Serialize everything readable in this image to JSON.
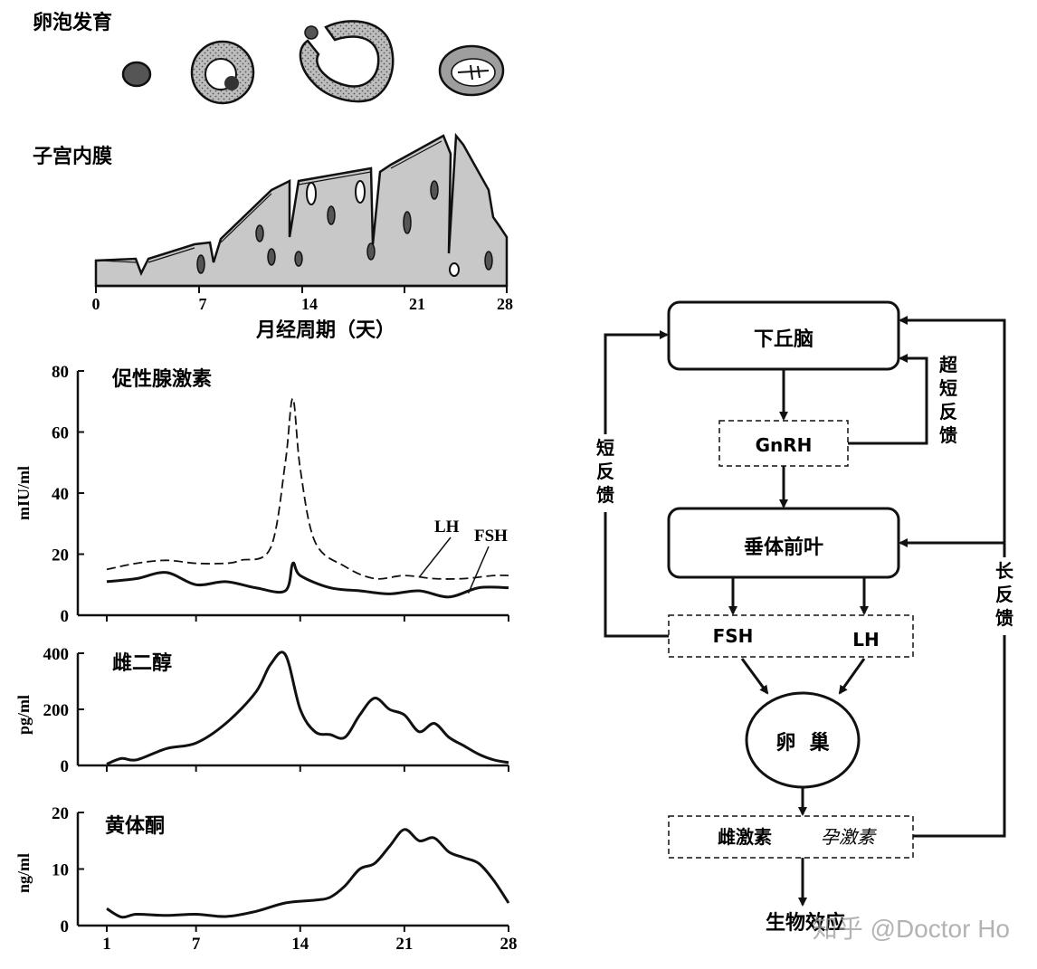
{
  "follicle": {
    "label": "卵泡发育"
  },
  "endometrium": {
    "label": "子宫内膜",
    "ticks": [
      "0",
      "7",
      "14",
      "21",
      "28"
    ],
    "axis_title": "月经周期（天）"
  },
  "chart_data": [
    {
      "type": "line",
      "title": "促性腺激素",
      "ylabel": "mIU/ml",
      "ylim": [
        0,
        80
      ],
      "yticks": [
        "80",
        "60",
        "40",
        "20",
        "0"
      ],
      "xlim": [
        1,
        28
      ],
      "series": [
        {
          "name": "LH",
          "style": "dashed",
          "x": [
            1,
            3,
            5,
            7,
            9,
            10,
            12,
            13,
            13.5,
            14,
            15,
            17,
            19,
            21,
            23,
            25,
            27,
            28
          ],
          "y": [
            15,
            17,
            18,
            17,
            17,
            18,
            22,
            50,
            71,
            48,
            24,
            16,
            12,
            13,
            12,
            12,
            13,
            13
          ]
        },
        {
          "name": "FSH",
          "style": "solid",
          "x": [
            1,
            3,
            5,
            7,
            9,
            11,
            13,
            13.5,
            14,
            16,
            18,
            20,
            22,
            24,
            26,
            28
          ],
          "y": [
            11,
            12,
            14,
            10,
            11,
            9,
            8,
            17,
            13,
            9,
            8,
            7,
            8,
            6,
            9,
            9
          ]
        }
      ]
    },
    {
      "type": "line",
      "title": "雌二醇",
      "ylabel": "pg/ml",
      "ylim": [
        0,
        400
      ],
      "yticks": [
        "400",
        "200",
        "0"
      ],
      "xlim": [
        1,
        28
      ],
      "series": [
        {
          "name": "",
          "style": "solid",
          "x": [
            1,
            2,
            3,
            5,
            7,
            9,
            11,
            12,
            13,
            14,
            15,
            16,
            17,
            18,
            19,
            20,
            21,
            22,
            23,
            24,
            25,
            26,
            27,
            28
          ],
          "y": [
            5,
            25,
            20,
            60,
            80,
            150,
            260,
            360,
            395,
            200,
            120,
            110,
            100,
            180,
            240,
            200,
            180,
            120,
            150,
            100,
            70,
            40,
            20,
            10
          ]
        }
      ]
    },
    {
      "type": "line",
      "title": "黄体酮",
      "ylabel": "ng/ml",
      "ylim": [
        0,
        20
      ],
      "yticks": [
        "20",
        "10",
        "0"
      ],
      "xlim": [
        1,
        28
      ],
      "xticks": [
        "1",
        "7",
        "14",
        "21",
        "28"
      ],
      "series": [
        {
          "name": "",
          "style": "solid",
          "x": [
            1,
            2,
            3,
            5,
            7,
            9,
            11,
            13,
            15,
            16,
            17,
            18,
            19,
            20,
            21,
            22,
            23,
            24,
            25,
            26,
            27,
            28
          ],
          "y": [
            3,
            1.5,
            2,
            1.8,
            2,
            1.6,
            2.5,
            4,
            4.5,
            5,
            7,
            10,
            11,
            14,
            17,
            15,
            15.5,
            13,
            12,
            11,
            8,
            4
          ]
        }
      ]
    }
  ],
  "flow": {
    "hypothalamus": "下丘脑",
    "gnrh": "GnRH",
    "pituitary": "垂体前叶",
    "fsh": "FSH",
    "lh": "LH",
    "ovary": "卵  巢",
    "estrogen": "雌激素",
    "progesterone": "孕激素",
    "bio_effect": "生物效应",
    "ultra_short": "超短反馈",
    "short": "短反馈",
    "long": "长反馈"
  },
  "watermark": "知乎 @Doctor Ho"
}
